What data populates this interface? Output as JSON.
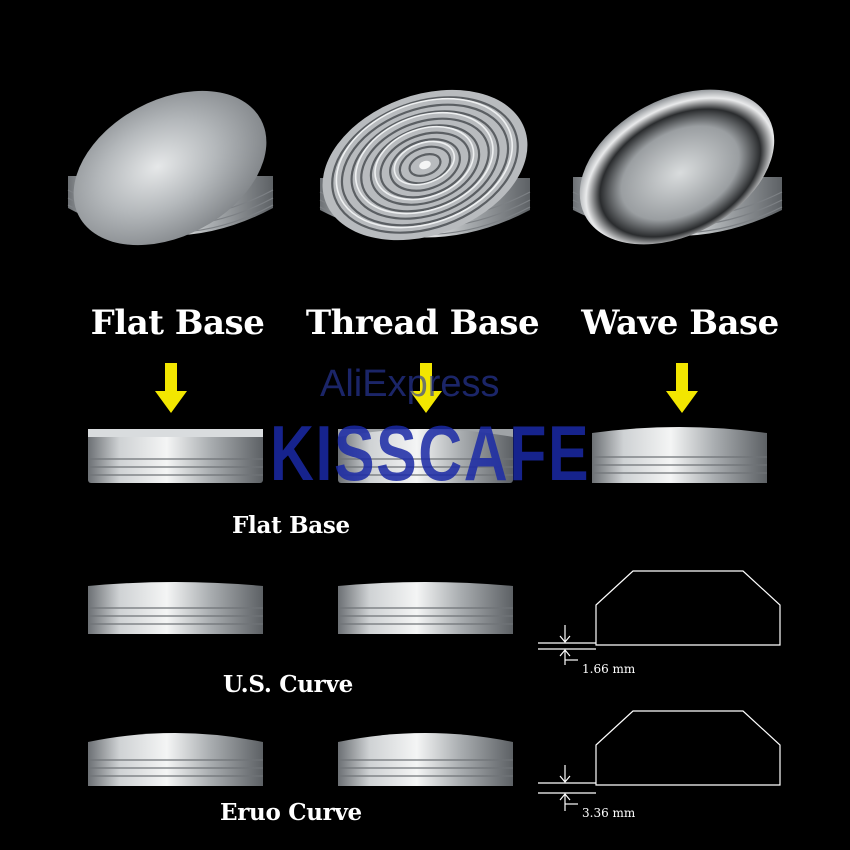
{
  "labels": {
    "flat_base": "Flat Base",
    "thread_base": "Thread Base",
    "wave_base": "Wave Base",
    "flat_base_section": "Flat Base",
    "us_curve": "U.S. Curve",
    "euro_curve": "Eruo Curve"
  },
  "dimensions": {
    "us_curve_depth": "1.66 mm",
    "euro_curve_depth": "3.36 mm"
  },
  "watermark": {
    "marketplace": "AliExpress",
    "brand": "KISSCAFE"
  },
  "colors": {
    "background": "#000000",
    "arrow": "#f2e600",
    "watermark": "#1b2aa6",
    "metal": "#b9bcbf"
  }
}
